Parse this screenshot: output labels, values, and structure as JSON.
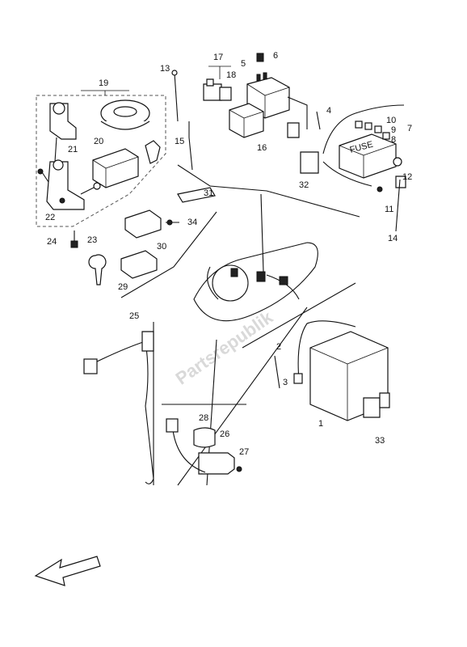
{
  "watermark": "Partsrepublik",
  "arrow_icon": "direction-arrow-icon",
  "callouts": {
    "c1": "1",
    "c2": "2",
    "c3": "3",
    "c4": "4",
    "c5": "5",
    "c6": "6",
    "c7": "7",
    "c8": "8",
    "c9": "9",
    "c10": "10",
    "c11": "11",
    "c12": "12",
    "c13": "13",
    "c14": "14",
    "c15": "15",
    "c16": "16",
    "c17": "17",
    "c18": "18",
    "c19": "19",
    "c20": "20",
    "c21": "21",
    "c22": "22",
    "c23": "23",
    "c24": "24",
    "c25": "25",
    "c26": "26",
    "c27": "27",
    "c28": "28",
    "c29": "29",
    "c30": "30",
    "c31": "31",
    "c32": "32",
    "c33": "33",
    "c34": "34"
  },
  "fuse_box_label": "FUSE"
}
